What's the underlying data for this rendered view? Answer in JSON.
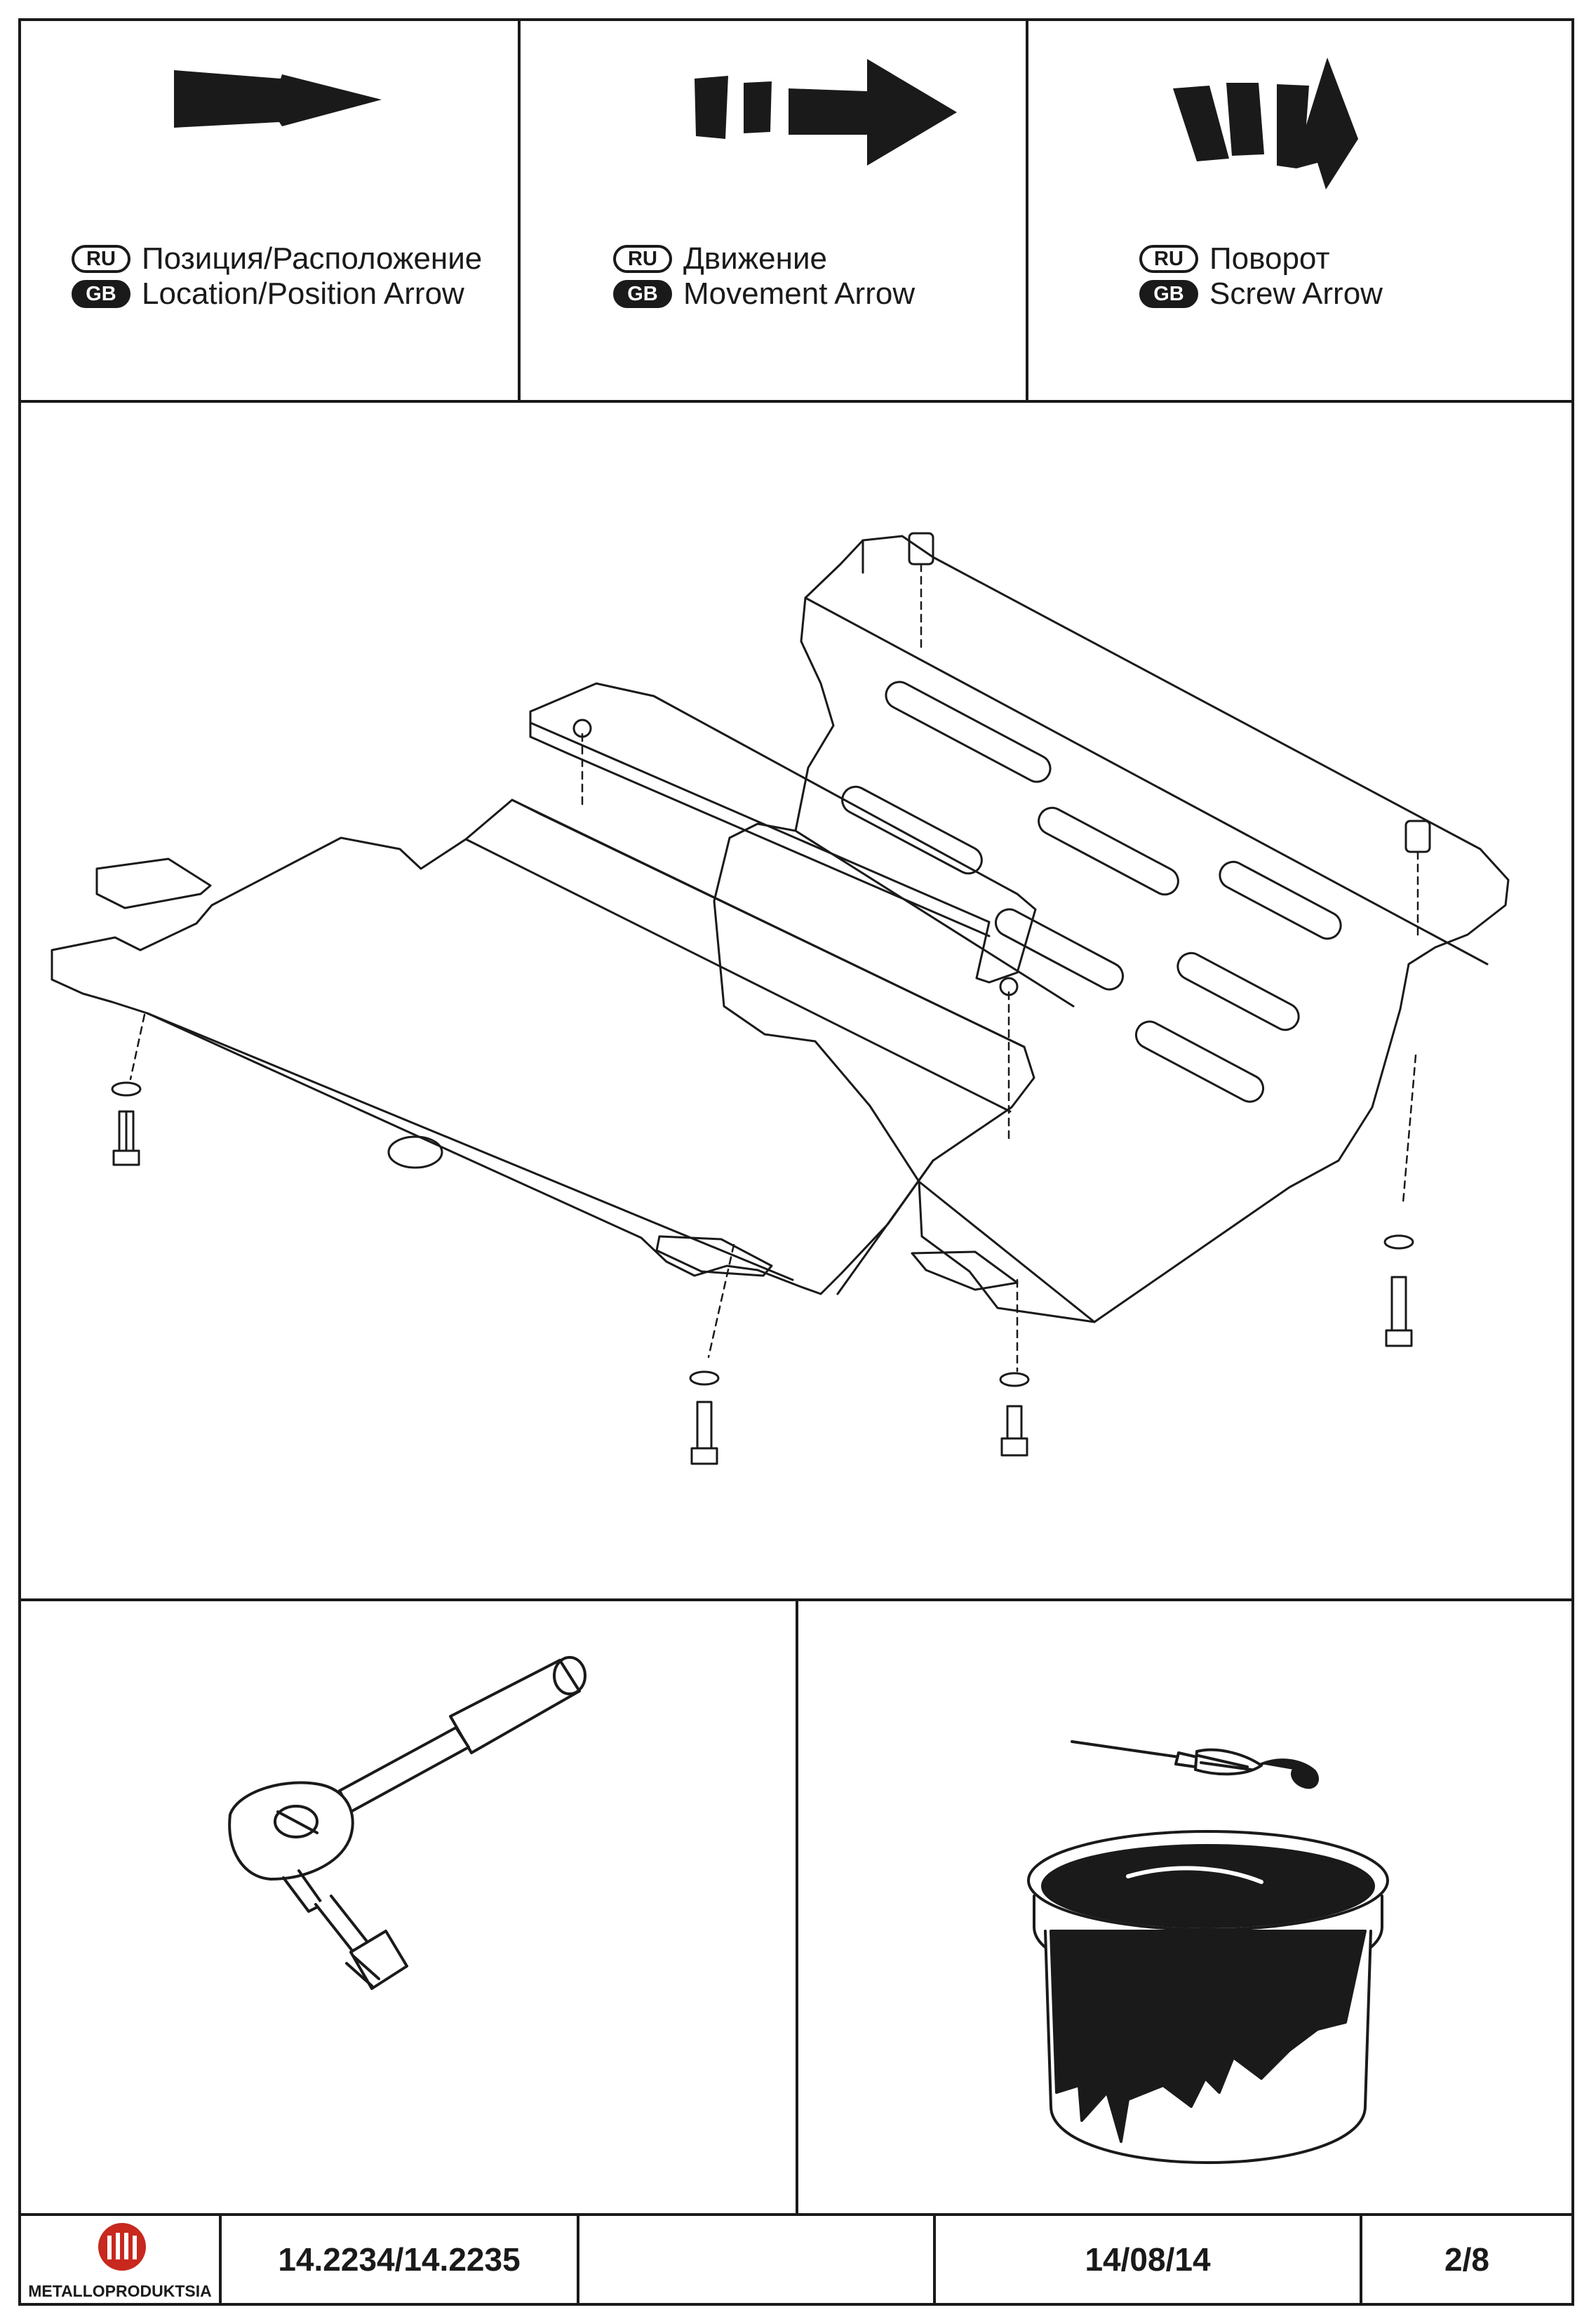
{
  "legend": [
    {
      "ru_code": "RU",
      "gb_code": "GB",
      "ru": "Позиция/Расположение",
      "gb": "Location/Position Arrow",
      "icon": "location-position-arrow"
    },
    {
      "ru_code": "RU",
      "gb_code": "GB",
      "ru": "Движение",
      "gb": "Movement Arrow",
      "icon": "movement-arrow"
    },
    {
      "ru_code": "RU",
      "gb_code": "GB",
      "ru": "Поворот",
      "gb": "Screw Arrow",
      "icon": "screw-arrow"
    }
  ],
  "figures": {
    "assembly": "skid-plate-exploded-assembly",
    "tool": "ratchet-wrench",
    "treatment": "paint-brush-and-can"
  },
  "title_block": {
    "brand": "METALLOPRODUKTSIA",
    "part_number": "14.2234/14.2235",
    "blank": "",
    "date": "14/08/14",
    "sheet": "2/8"
  },
  "colors": {
    "ink": "#1a1a1a",
    "logo": "#c8281e",
    "paper": "#ffffff"
  }
}
